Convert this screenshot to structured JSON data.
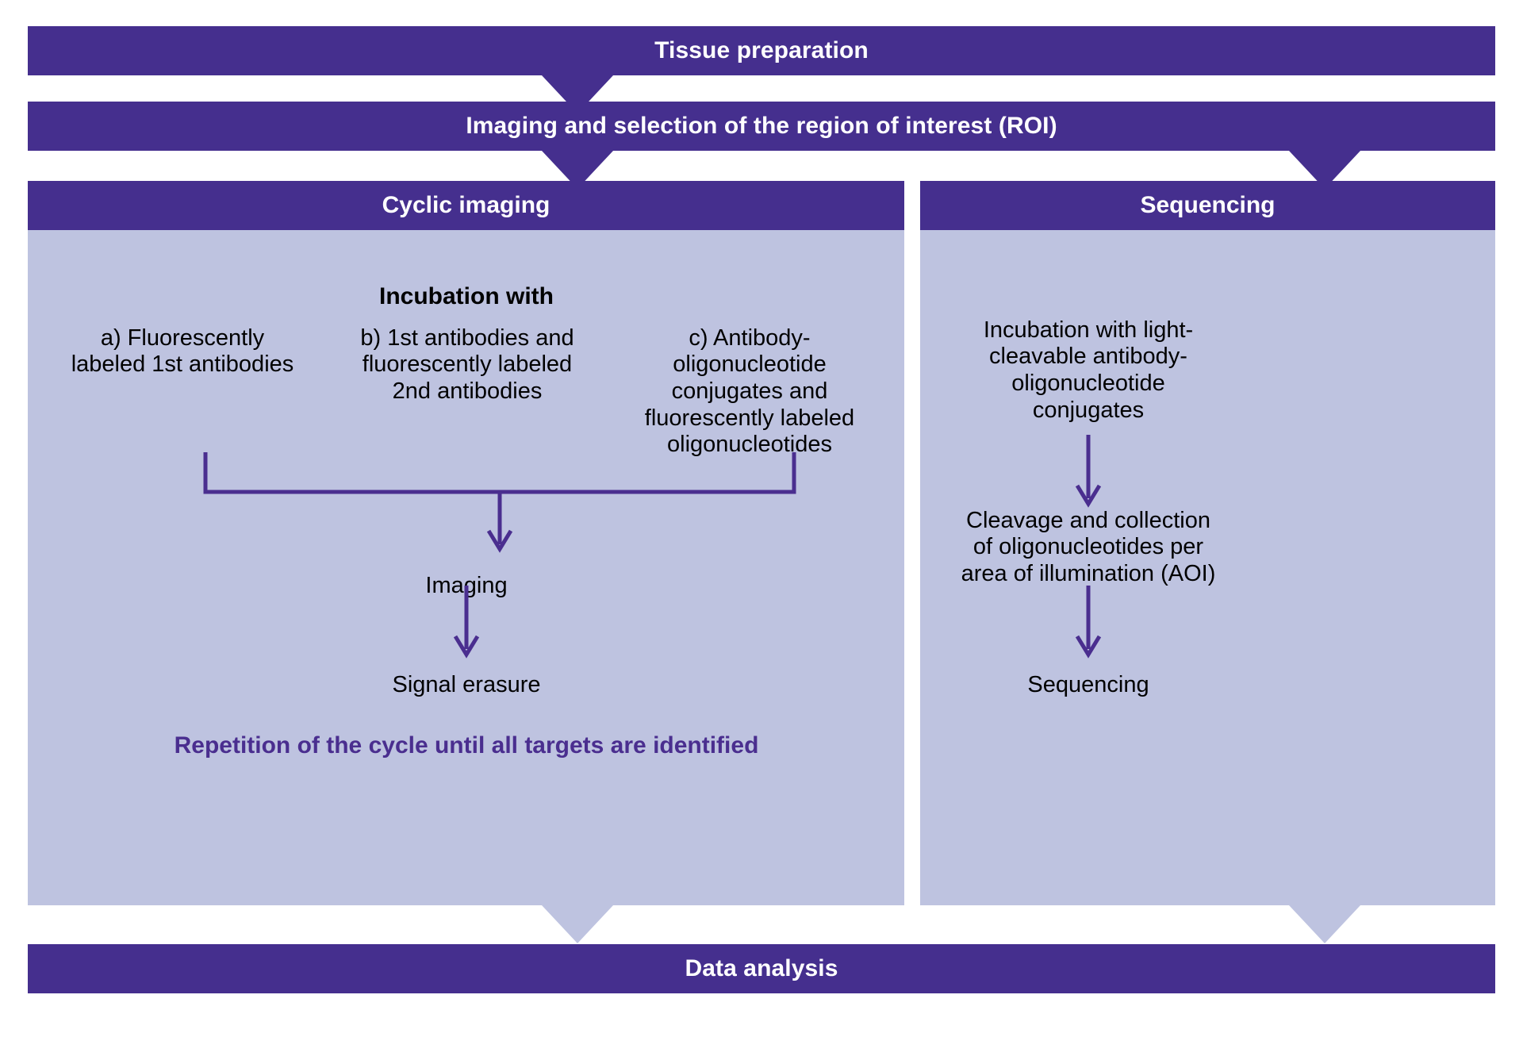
{
  "colors": {
    "dark_purple": "#452F8E",
    "light_lavender": "#BEC3E0",
    "accent_purple": "#4A2E8F",
    "text_black": "#000000",
    "text_white": "#FFFFFF",
    "background": "#FFFFFF"
  },
  "top_bars": {
    "tissue_preparation": "Tissue preparation",
    "roi_selection": "Imaging and selection of the region of interest (ROI)"
  },
  "cyclic_panel": {
    "header": "Cyclic imaging",
    "incubation_title": "Incubation with",
    "options": [
      {
        "id": "a",
        "text": "a) Fluorescently\nlabeled 1st antibodies"
      },
      {
        "id": "b",
        "text": "b) 1st antibodies and\nfluorescently labeled\n2nd antibodies"
      },
      {
        "id": "c",
        "text": "c) Antibody-\noligonucleotide\nconjugates and\nfluorescently labeled\noligonucleotides"
      }
    ],
    "imaging_step": "Imaging",
    "signal_erasure_step": "Signal erasure",
    "repetition_note": "Repetition of the cycle until all targets are identified"
  },
  "sequencing_panel": {
    "header": "Sequencing",
    "steps": [
      "Incubation with light-\ncleavable antibody-\noligonucleotide\nconjugates",
      "Cleavage and collection\nof oligonucleotides per\narea of illumination (AOI)",
      "Sequencing"
    ]
  },
  "bottom_bar": {
    "data_analysis": "Data analysis"
  }
}
